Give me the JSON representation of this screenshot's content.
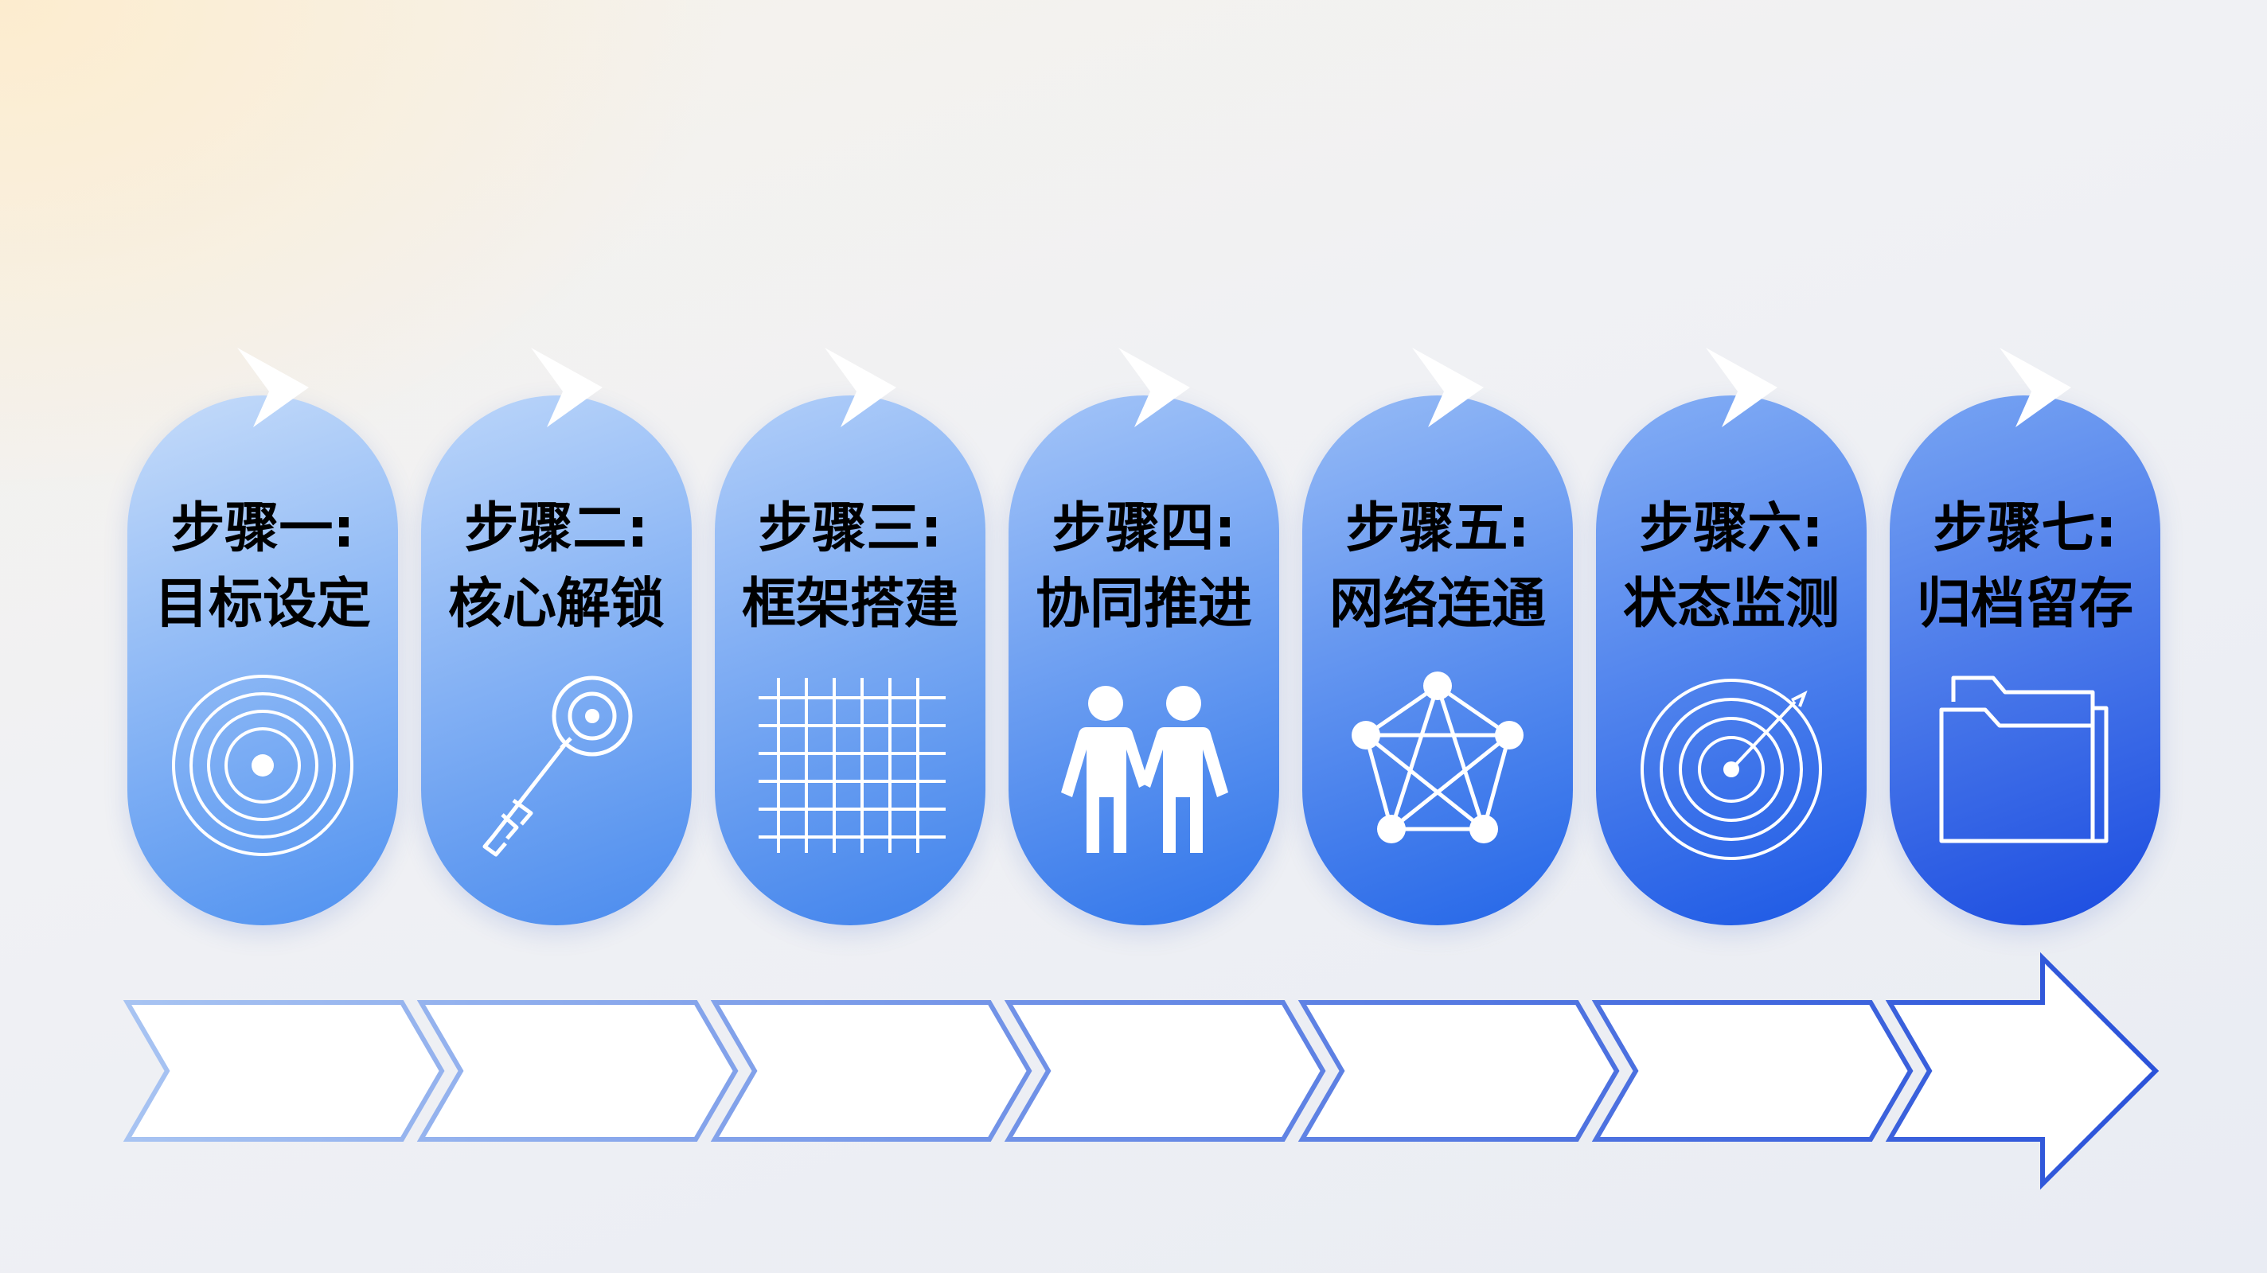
{
  "steps": [
    {
      "label": "步骤一:",
      "title": "目标设定",
      "icon": "target-icon",
      "from": "#c6dcfa",
      "to": "#4f91f0"
    },
    {
      "label": "步骤二:",
      "title": "核心解锁",
      "icon": "key-icon",
      "from": "#bcd6fa",
      "to": "#4a8bee"
    },
    {
      "label": "步骤三:",
      "title": "框架搭建",
      "icon": "grid-icon",
      "from": "#b2cff9",
      "to": "#3f82ec"
    },
    {
      "label": "步骤四:",
      "title": "协同推进",
      "icon": "people-icon",
      "from": "#a4c5f8",
      "to": "#2f74ea"
    },
    {
      "label": "步骤五:",
      "title": "网络连通",
      "icon": "network-icon",
      "from": "#96bbf6",
      "to": "#2466e8"
    },
    {
      "label": "步骤六:",
      "title": "状态监测",
      "icon": "radar-icon",
      "from": "#85aff5",
      "to": "#1c58e5"
    },
    {
      "label": "步骤七:",
      "title": "归档留存",
      "icon": "folder-icon",
      "from": "#78a5f3",
      "to": "#1a4be0"
    }
  ],
  "colors": {
    "chevron_stroke_start": "#a8c4f2",
    "chevron_stroke_end": "#2a52d9",
    "icon_stroke": "#ffffff",
    "title_text": "#000000"
  }
}
